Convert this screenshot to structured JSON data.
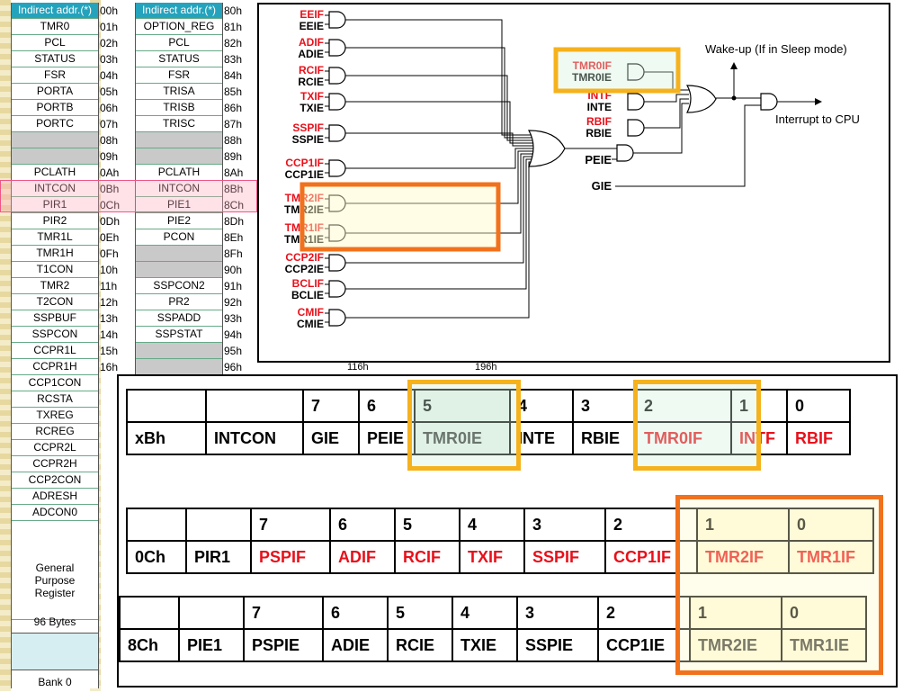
{
  "bank0": {
    "header": "Indirect addr.(*)",
    "rows": [
      "TMR0",
      "PCL",
      "STATUS",
      "FSR",
      "PORTA",
      "PORTB",
      "PORTC",
      "",
      "",
      "PCLATH",
      "INTCON",
      "PIR1",
      "PIR2",
      "TMR1L",
      "TMR1H",
      "T1CON",
      "TMR2",
      "T2CON",
      "SSPBUF",
      "SSPCON",
      "CCPR1L",
      "CCPR1H",
      "CCP1CON",
      "RCSTA",
      "TXREG",
      "RCREG",
      "CCPR2L",
      "CCPR2H",
      "CCP2CON",
      "ADRESH",
      "ADCON0"
    ],
    "addrs": [
      "00h",
      "01h",
      "02h",
      "03h",
      "04h",
      "05h",
      "06h",
      "07h",
      "08h",
      "09h",
      "0Ah",
      "0Bh",
      "0Ch",
      "0Dh",
      "0Eh",
      "0Fh",
      "10h",
      "11h",
      "12h",
      "13h",
      "14h",
      "15h",
      "16h"
    ],
    "gpr_lines": [
      "General",
      "Purpose",
      "Register"
    ],
    "gpr_size": "96 Bytes",
    "footer": "Bank 0"
  },
  "bank1": {
    "header": "Indirect addr.(*)",
    "rows": [
      "OPTION_REG",
      "PCL",
      "STATUS",
      "FSR",
      "TRISA",
      "TRISB",
      "TRISC",
      "",
      "",
      "PCLATH",
      "INTCON",
      "PIE1",
      "PIE2",
      "PCON",
      "",
      "",
      "SSPCON2",
      "PR2",
      "SSPADD",
      "SSPSTAT",
      "",
      "",
      ""
    ],
    "addrs": [
      "80h",
      "81h",
      "82h",
      "83h",
      "84h",
      "85h",
      "86h",
      "87h",
      "88h",
      "89h",
      "8Ah",
      "8Bh",
      "8Ch",
      "8Dh",
      "8Eh",
      "8Fh",
      "90h",
      "91h",
      "92h",
      "93h",
      "94h",
      "95h",
      "96h"
    ]
  },
  "behind_labels": [
    "116h",
    "196h"
  ],
  "diagram": {
    "signals_left": [
      {
        "flag": "EEIF",
        "enable": "EEIE"
      },
      {
        "flag": "ADIF",
        "enable": "ADIE"
      },
      {
        "flag": "RCIF",
        "enable": "RCIE"
      },
      {
        "flag": "TXIF",
        "enable": "TXIE"
      },
      {
        "flag": "SSPIF",
        "enable": "SSPIE"
      },
      {
        "flag": "CCP1IF",
        "enable": "CCP1IE"
      },
      {
        "flag": "TMR2IF",
        "enable": "TMR2IE"
      },
      {
        "flag": "TMR1IF",
        "enable": "TMR1IE"
      },
      {
        "flag": "CCP2IF",
        "enable": "CCP2IE"
      },
      {
        "flag": "BCLIF",
        "enable": "BCLIE"
      },
      {
        "flag": "CMIF",
        "enable": "CMIE"
      }
    ],
    "signals_right": [
      {
        "flag": "TMR0IF",
        "enable": "TMR0IE"
      },
      {
        "flag": "INTF",
        "enable": "INTE"
      },
      {
        "flag": "RBIF",
        "enable": "RBIE"
      }
    ],
    "peie": "PEIE",
    "gie": "GIE",
    "wakeup": "Wake-up (If in Sleep mode)",
    "interrupt": "Interrupt to CPU"
  },
  "intcon": {
    "addr": "xBh",
    "name": "INTCON",
    "bits": [
      "7",
      "6",
      "5",
      "4",
      "3",
      "2",
      "1",
      "0"
    ],
    "labels": [
      "GIE",
      "PEIE",
      "TMR0IE",
      "INTE",
      "RBIE",
      "TMR0IF",
      "INTF",
      "RBIF"
    ]
  },
  "pir1": {
    "addr": "0Ch",
    "name": "PIR1",
    "bits": [
      "7",
      "6",
      "5",
      "4",
      "3",
      "2",
      "1",
      "0"
    ],
    "labels": [
      "PSPIF",
      "ADIF",
      "RCIF",
      "TXIF",
      "SSPIF",
      "CCP1IF",
      "TMR2IF",
      "TMR1IF"
    ]
  },
  "pie1": {
    "addr": "8Ch",
    "name": "PIE1",
    "bits": [
      "7",
      "6",
      "5",
      "4",
      "3",
      "2",
      "1",
      "0"
    ],
    "labels": [
      "PSPIE",
      "ADIE",
      "RCIE",
      "TXIE",
      "SSPIE",
      "CCP1IE",
      "TMR2IE",
      "TMR1IE"
    ]
  },
  "colors": {
    "flag": "#e8101a",
    "enable": "#000000",
    "highlight_yellow": "#f5b21c",
    "highlight_orange": "#f2711c",
    "bank_header": "#25a3bd"
  }
}
